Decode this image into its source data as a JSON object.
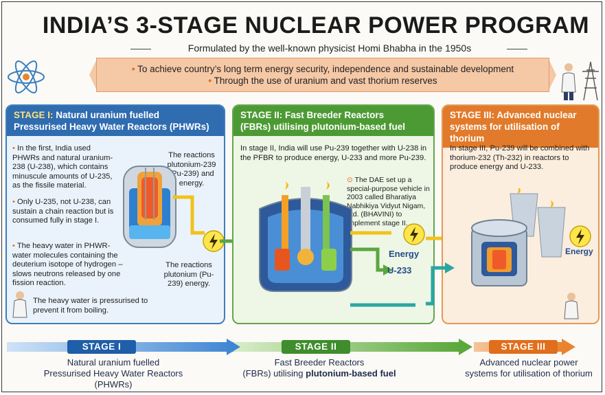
{
  "header": {
    "title": "INDIA’S 3-STAGE NUCLEAR POWER PROGRAM",
    "subtitle": "Formulated by the well-known physicist Homi Bhabha in the 1950s"
  },
  "banner": {
    "line1": "To achieve country’s long term energy security, independence and sustainable development",
    "line2": "Through the use of uranium and vast thorium reserves"
  },
  "stage1": {
    "tag": "STAGE I:",
    "title_rest": "Natural uranium fuelled",
    "title_line2": "Pressurised Heavy Water Reactors (PHWRs)",
    "bullets": [
      "In the first, India used PHWRs and natural uranium-238 (U-238), which contains minuscule amounts of U-235, as the fissile material.",
      "Only U-235, not U-238, can sustain a chain reaction but is consumed fully in stage I.",
      "The heavy water in PHWR- water molecules containing the deuterium isotope of hydrogen – slows neutrons released by one fission reaction."
    ],
    "note": "The heavy water is pressurised to prevent it from boiling.",
    "callout_top": "The reactions plutonium-239 (Pu-239) and energy.",
    "callout_bottom": "The reactions plutonium (Pu-239) energy."
  },
  "stage2": {
    "tag": "STAGE II:",
    "title_rest": "Fast Breeder Reactors",
    "title_line2": "(FBRs) utilising plutonium-based fuel",
    "text": "In stage II, India will use Pu-239 together with U-238 in the PFBR to produce energy, U-233 and more Pu-239.",
    "callout": "The DAE set up a special-purpose vehicle in 2003 called Bharatiya Nabhikiya Vidyut Nigam, Ltd. (BHAVINI) to implement stage II.",
    "out_energy": "Energy",
    "out_u233": "U-233"
  },
  "stage3": {
    "tag": "STAGE III:",
    "title_rest": "Advanced nuclear",
    "title_line2": "systems for utilisation of thorium",
    "text": "In stage III, Pu-239 will be combined with thorium-232 (Th-232) in reactors to produce energy and U-233.",
    "out_energy": "Energy"
  },
  "bottom": {
    "s1_label": "STAGE I",
    "s1_line1": "Natural uranium fuelled",
    "s1_line2": "Pressurised Heavy Water Reactors",
    "s1_line3": "(PHWRs)",
    "s2_label": "STAGE II",
    "s2_line1": "Fast Breeder Reactors",
    "s2_line2a": "(FBRs) utilising ",
    "s2_line2b": "plutonium-based fuel",
    "s3_label": "STAGE III",
    "s3_line1": "Advanced nuclear power",
    "s3_line2": "systems for utilisation of thorium"
  },
  "colors": {
    "stage1": "#2f6cb0",
    "stage2": "#4c9a33",
    "stage3": "#e17a2a",
    "banner": "#f5c8a6"
  }
}
